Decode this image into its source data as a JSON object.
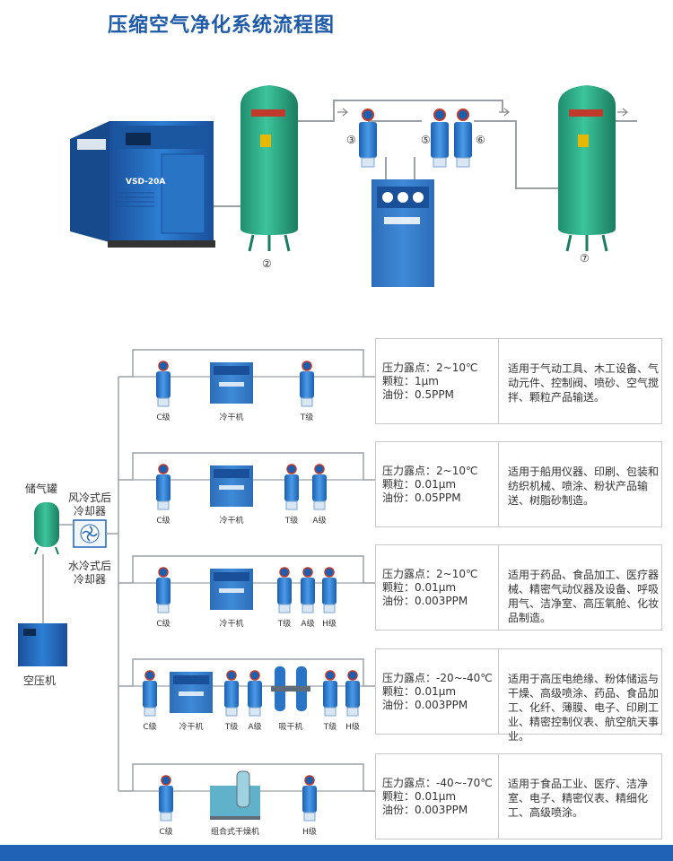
{
  "title": "压缩空气净化系统流程图",
  "colors": {
    "tank": "#2aa884",
    "blue": "#1e63b6",
    "line": "#9aa0a6",
    "box_border": "#c8c8c8"
  },
  "top_flow": {
    "compressor_model": "VSD-20A",
    "nodes": [
      "②",
      "③",
      "⑤",
      "⑥",
      "⑦"
    ]
  },
  "side": {
    "tank": "储气罐",
    "air_cooler_1": "风冷式后",
    "air_cooler_2": "冷却器",
    "water_cooler_1": "水冷式后",
    "water_cooler_2": "冷却器",
    "compressor": "空压机"
  },
  "rows": [
    {
      "labels": [
        "C级",
        "冷干机",
        "T级"
      ],
      "spec": [
        "压力露点：2~10℃",
        "颗粒：1μm",
        "油份：0.5PPM"
      ],
      "app": "适用于气动工具、木工设备、气动元件、控制阀、喷砂、空气搅拌、颗粒产品输送。"
    },
    {
      "labels": [
        "C级",
        "冷干机",
        "T级",
        "A级"
      ],
      "spec": [
        "压力露点：2~10℃",
        "颗粒：0.01μm",
        "油份：0.05PPM"
      ],
      "app": "适用于船用仪器、印刷、包装和纺织机械、喷涂、粉状产品输送、树脂砂制造。"
    },
    {
      "labels": [
        "C级",
        "冷干机",
        "T级",
        "A级",
        "H级"
      ],
      "spec": [
        "压力露点：2~10℃",
        "颗粒：0.01μm",
        "油份：0.003PPM"
      ],
      "app": "适用于药品、食品加工、医疗器械、精密气动仪器及设备、呼吸用气、洁净室、高压氧舱、化妆品制造。"
    },
    {
      "labels": [
        "C级",
        "冷干机",
        "T级",
        "A级",
        "吸干机",
        "T级",
        "H级"
      ],
      "spec": [
        "压力露点：-20~-40℃",
        "颗粒：0.01μm",
        "油份：0.003PPM"
      ],
      "app": "适用于高压电绝缘、粉体储运与干燥、高级喷涂、药品、食品加工、化纤、薄膜、电子、印刷工业、精密控制仪表、航空航天事业。"
    },
    {
      "labels": [
        "C级",
        "组合式干燥机",
        "H级"
      ],
      "spec": [
        "压力露点：-40~-70℃",
        "颗粒：0.01μm",
        "油份：0.003PPM"
      ],
      "app": "适用于食品工业、医疗、洁净室、电子、精密仪表、精细化工、高级喷涂。"
    }
  ]
}
